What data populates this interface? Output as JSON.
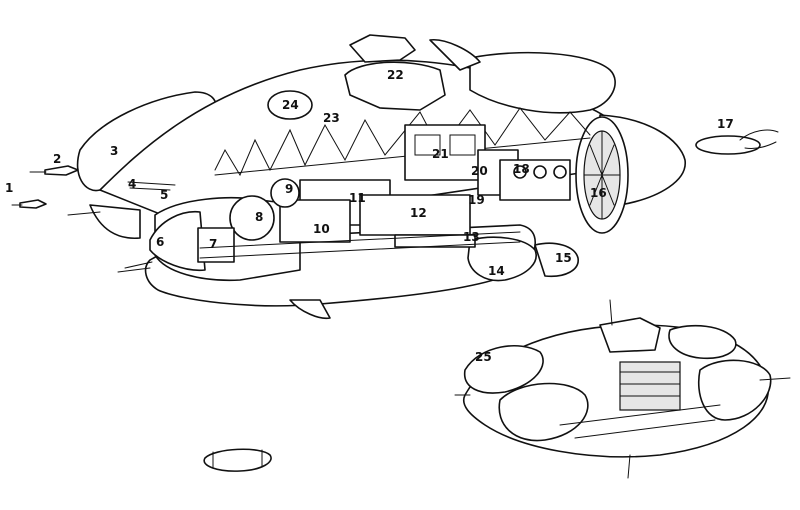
{
  "diagram": {
    "callouts": [
      "1",
      "2",
      "3",
      "4",
      "5",
      "6",
      "7",
      "8",
      "9",
      "10",
      "11",
      "12",
      "13",
      "14",
      "15",
      "16",
      "17",
      "18",
      "19",
      "20",
      "21",
      "22",
      "23",
      "24",
      "25"
    ],
    "ink_color": "#111111",
    "paper_color": "#ffffff"
  }
}
